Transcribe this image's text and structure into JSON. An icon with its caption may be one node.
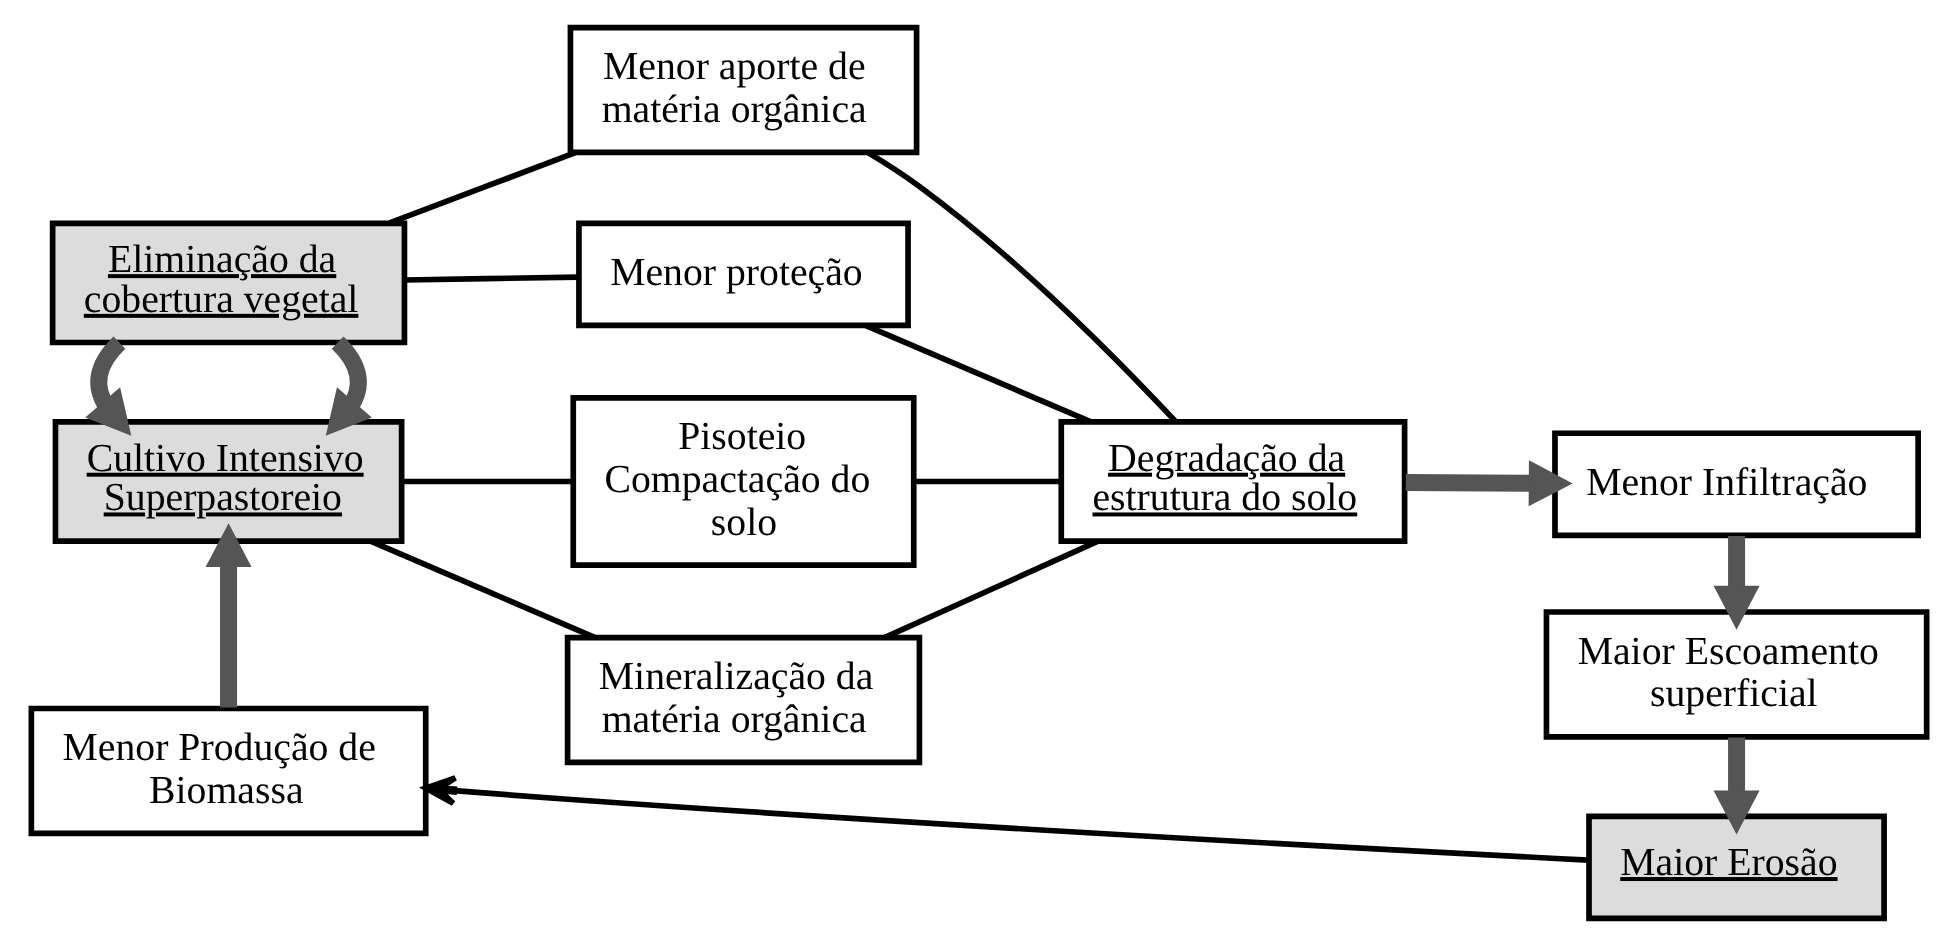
{
  "diagram": {
    "nodes": [
      {
        "text": [
          "Eliminação da cobertura vegetal"
        ]
      },
      {
        "text": [
          "Menor proteção"
        ]
      },
      {
        "text": [
          "Menor aporte de matéria orgânica"
        ]
      },
      {
        "text": [
          "Degradação da estrutura do solo"
        ]
      },
      {
        "text": [
          "Menor Infiltração"
        ]
      },
      {
        "text": [
          "Cultivo Intensivo Superpastoreio"
        ]
      },
      {
        "text": [
          "Mineralização da matéria orgânica"
        ]
      },
      {
        "text": [
          "Pisoteio Compactação do solo"
        ]
      },
      {
        "text": [
          "Maior Escoamento superficial"
        ]
      },
      {
        "text": [
          "Menor Produção de Biomassa"
        ]
      },
      {
        "text": [
          "Maior Erosão"
        ]
      }
    ],
    "edges": [
      {
        "from": 0,
        "to": 1,
        "arrow": "none"
      },
      {
        "from": 0,
        "to": 2,
        "arrow": "none"
      },
      {
        "from": 1,
        "to": 3,
        "arrow": "none"
      },
      {
        "from": 2,
        "to": 3,
        "arrow": "none"
      },
      {
        "from": 6,
        "to": 3,
        "arrow": "none"
      },
      {
        "from": 7,
        "to": 3,
        "arrow": "none"
      },
      {
        "from": 5,
        "to": 6,
        "arrow": "none"
      },
      {
        "from": 5,
        "to": 7,
        "arrow": "none"
      },
      {
        "from": 0,
        "to": 5,
        "arrow": "to",
        "style": "thick",
        "color": "#555555"
      },
      {
        "from": 0,
        "to": 5,
        "arrow": "to",
        "style": "thick",
        "color": "#555555"
      },
      {
        "from": 3,
        "to": 4,
        "arrow": "to",
        "style": "thick",
        "color": "#555555"
      },
      {
        "from": 4,
        "to": 8,
        "arrow": "to",
        "style": "thick",
        "color": "#555555"
      },
      {
        "from": 8,
        "to": 10,
        "arrow": "to",
        "style": "thick",
        "color": "#555555"
      },
      {
        "from": 10,
        "to": 9,
        "arrow": "to"
      },
      {
        "from": 9,
        "to": 5,
        "arrow": "to",
        "style": "thick",
        "color": "#555555"
      }
    ]
  }
}
